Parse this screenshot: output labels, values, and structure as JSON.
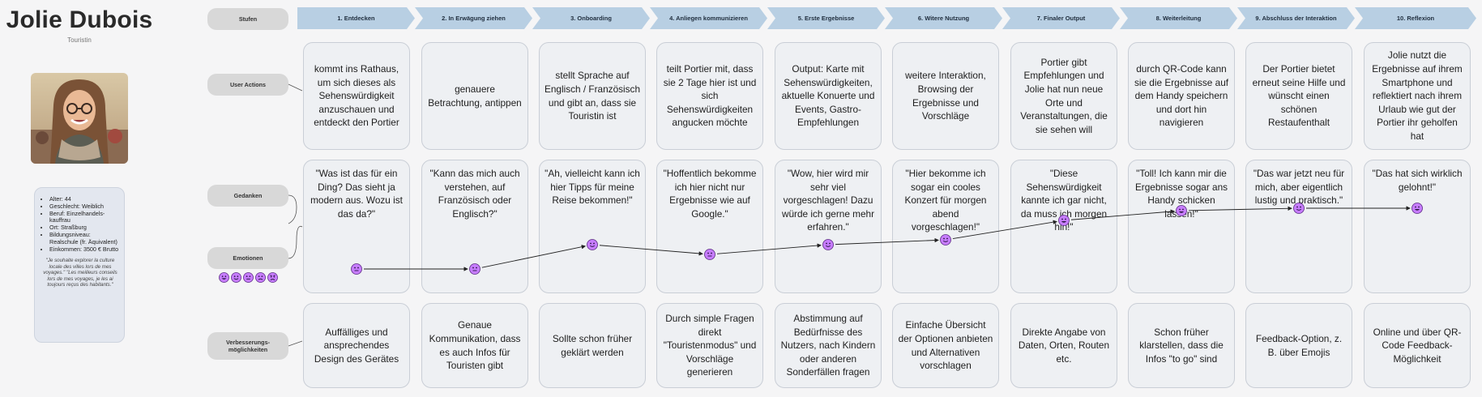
{
  "persona": {
    "name": "Jolie Dubois",
    "role": "Touristin",
    "details": [
      "Alter: 44",
      "Geschlecht: Weiblich",
      "Beruf: Einzelhandels-kauffrau",
      "Ort: Straßburg",
      "Bildungsniveau: Realschule (fr. Äquivalent)",
      "Einkommen: 3500 € Brutto"
    ],
    "quote": "\"Je souhaite explorer la culture locale des villes lors de mes voyages.\" \"Les meilleurs conseils lors de mes voyages, je les ai toujours reçus des habitants.\""
  },
  "labels": {
    "stages": "Stufen",
    "actions": "User Actions",
    "thoughts": "Gedanken",
    "emotions": "Emotionen",
    "improvements": "Verbesserungs-\nmöglichkeiten"
  },
  "emotion_scale": [
    "very-happy",
    "happy",
    "neutral",
    "unhappy",
    "angry"
  ],
  "stages": [
    {
      "title": "1. Entdecken",
      "action": "kommt ins Rathaus, um sich dieses als Sehenswürdigkeit anzuschauen und entdeckt den Portier",
      "thought": "\"Was ist das für ein Ding? Das sieht ja modern aus. Wozu ist das da?\"",
      "emotion": "neutral",
      "emotion_level": 0,
      "improvement": "Auffälliges und ansprechendes Design des Gerätes"
    },
    {
      "title": "2. In Erwägung ziehen",
      "action": "genauere Betrachtung, antippen",
      "thought": "\"Kann das mich auch verstehen, auf Französisch oder Englisch?\"",
      "emotion": "neutral",
      "emotion_level": 0,
      "improvement": "Genaue Kommunikation, dass es auch Infos für Touristen gibt"
    },
    {
      "title": "3. Onboarding",
      "action": "stellt Sprache auf Englisch / Französisch und gibt an, dass sie Touristin ist",
      "thought": "\"Ah, vielleicht kann ich hier Tipps für meine Reise bekommen!\"",
      "emotion": "happy",
      "emotion_level": 1,
      "improvement": "Sollte schon früher geklärt werden"
    },
    {
      "title": "4. Anliegen kommunizieren",
      "action": "teilt Portier mit, dass sie 2 Tage hier ist und sich Sehenswürdigkeiten angucken möchte",
      "thought": "\"Hoffentlich bekomme ich hier nicht nur Ergebnisse wie auf Google.\"",
      "emotion": "neutral",
      "emotion_level": 0.6,
      "improvement": "Durch simple Fragen direkt \"Touristenmodus\" und Vorschläge generieren"
    },
    {
      "title": "5. Erste Ergebnisse",
      "action": "Output: Karte mit Sehenswürdigkeiten, aktuelle Konuerte und Events, Gastro-Empfehlungen",
      "thought": "\"Wow, hier wird mir sehr viel vorgeschlagen! Dazu würde ich gerne mehr erfahren.\"",
      "emotion": "happy",
      "emotion_level": 1,
      "improvement": "Abstimmung auf Bedürfnisse des Nutzers, nach Kindern oder anderen Sonderfällen fragen"
    },
    {
      "title": "6. Witere Nutzung",
      "action": "weitere Interaktion, Browsing der Ergebnisse und Vorschläge",
      "thought": "\"Hier bekomme ich sogar ein cooles Konzert für morgen abend vorgeschlagen!\"",
      "emotion": "happy",
      "emotion_level": 1.2,
      "improvement": "Einfache Übersicht der Optionen anbieten und Alternativen vorschlagen"
    },
    {
      "title": "7. Finaler Output",
      "action": "Portier gibt Empfehlungen und Jolie hat nun neue Orte und Veranstaltungen, die sie sehen will",
      "thought": "\"Diese Sehenswürdigkeit kannte ich gar nicht, da muss ich morgen hin!\"",
      "emotion": "very-happy",
      "emotion_level": 2,
      "improvement": "Direkte Angabe von Daten, Orten, Routen etc."
    },
    {
      "title": "8. Weiterleitung",
      "action": "durch QR-Code kann sie die Ergebnisse auf dem Handy speichern und dort hin navigieren",
      "thought": "\"Toll! Ich kann mir die Ergebnisse sogar ans Handy schicken lassen!\"",
      "emotion": "very-happy",
      "emotion_level": 2.4,
      "improvement": "Schon früher klarstellen, dass die Infos \"to go\" sind"
    },
    {
      "title": "9. Abschluss der Interaktion",
      "action": "Der Portier bietet erneut seine Hilfe und wünscht einen schönen Restaufenthalt",
      "thought": "\"Das war jetzt neu für mich, aber eigentlich lustig und praktisch.\"",
      "emotion": "happy",
      "emotion_level": 2.5,
      "improvement": "Feedback-Option, z. B. über Emojis"
    },
    {
      "title": "10. Reflexion",
      "action": "Jolie nutzt die Ergebnisse auf ihrem Smartphone und reflektiert nach ihrem Urlaub wie gut der Portier ihr geholfen hat",
      "thought": "\"Das hat sich wirklich gelohnt!\"",
      "emotion": "very-happy",
      "emotion_level": 2.5,
      "improvement": "Online und über QR-Code Feedback-Möglichkeit"
    }
  ],
  "colors": {
    "stage_fill": "#b8cfe3",
    "card_fill": "#eef0f3",
    "label_fill": "#d8d8d8",
    "emoji_fill": "#c77dff",
    "info_card_fill": "#e3e7ef"
  }
}
